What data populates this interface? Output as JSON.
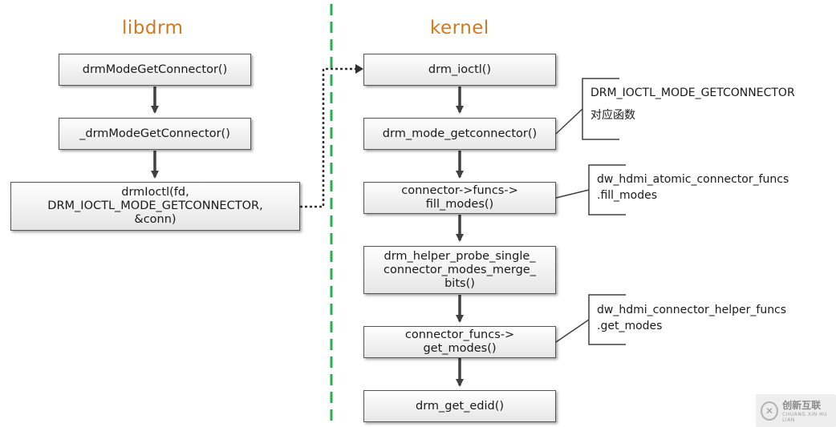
{
  "titles": {
    "left": "libdrm",
    "right": "kernel"
  },
  "libdrm_boxes": [
    {
      "lines": [
        "drmModeGetConnector()"
      ]
    },
    {
      "lines": [
        "_drmModeGetConnector()"
      ]
    },
    {
      "lines": [
        "drmIoctl(fd,",
        "DRM_IOCTL_MODE_GETCONNECTOR,",
        "&conn)"
      ]
    }
  ],
  "kernel_boxes": [
    {
      "lines": [
        "drm_ioctl()"
      ]
    },
    {
      "lines": [
        "drm_mode_getconnector()"
      ]
    },
    {
      "lines": [
        "connector->funcs->",
        "fill_modes()"
      ]
    },
    {
      "lines": [
        "drm_helper_probe_single_",
        "connector_modes_merge_",
        "bits()"
      ]
    },
    {
      "lines": [
        "connector_funcs->",
        "get_modes()"
      ]
    },
    {
      "lines": [
        "drm_get_edid()"
      ]
    }
  ],
  "notes": [
    {
      "lines": [
        "DRM_IOCTL_MODE_GETCONNECTOR",
        "对应函数"
      ]
    },
    {
      "lines": [
        "dw_hdmi_atomic_connector_funcs",
        ".fill_modes"
      ]
    },
    {
      "lines": [
        "dw_hdmi_connector_helper_funcs",
        ".get_modes"
      ]
    }
  ],
  "watermark": {
    "cn": "创新互联",
    "en": "CHUANG XIN HU LIAN",
    "logo": "logo-icon"
  },
  "colors": {
    "title": "#d2781e",
    "divider": "#22b14c",
    "arrow": "#404040",
    "box_border": "#555555"
  }
}
